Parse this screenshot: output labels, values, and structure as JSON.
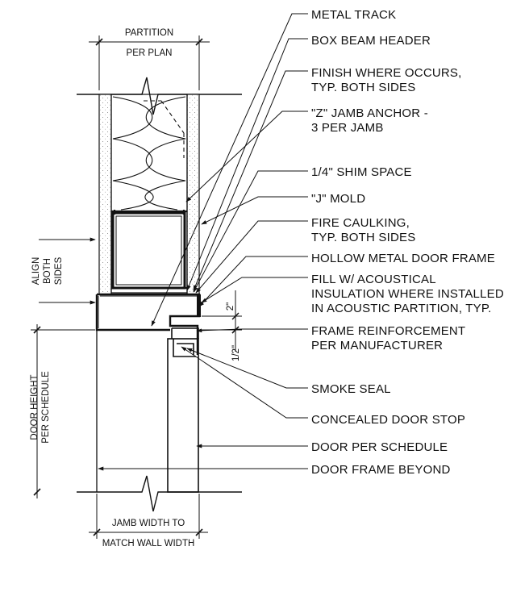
{
  "callouts": [
    {
      "lines": [
        "METAL TRACK"
      ]
    },
    {
      "lines": [
        "BOX BEAM HEADER"
      ]
    },
    {
      "lines": [
        "FINISH WHERE OCCURS,",
        "TYP. BOTH SIDES"
      ]
    },
    {
      "lines": [
        "\"Z\" JAMB ANCHOR -",
        "3 PER JAMB"
      ]
    },
    {
      "lines": [
        "1/4\" SHIM SPACE"
      ]
    },
    {
      "lines": [
        "\"J\" MOLD"
      ]
    },
    {
      "lines": [
        "FIRE CAULKING,",
        "TYP. BOTH SIDES"
      ]
    },
    {
      "lines": [
        "HOLLOW METAL DOOR FRAME"
      ]
    },
    {
      "lines": [
        "FILL W/ ACOUSTICAL",
        "INSULATION WHERE INSTALLED",
        "IN ACOUSTIC PARTITION, TYP."
      ]
    },
    {
      "lines": [
        "FRAME REINFORCEMENT",
        "PER MANUFACTURER"
      ]
    },
    {
      "lines": [
        "SMOKE SEAL"
      ]
    },
    {
      "lines": [
        "CONCEALED DOOR STOP"
      ]
    },
    {
      "lines": [
        "DOOR PER SCHEDULE"
      ]
    },
    {
      "lines": [
        "DOOR FRAME BEYOND"
      ]
    }
  ],
  "dimensions": {
    "partition_top": "PARTITION",
    "partition_bottom": "PER PLAN",
    "align_1": "ALIGN",
    "align_2": "BOTH",
    "align_3": "SIDES",
    "door_height_1": "DOOR HEIGHT",
    "door_height_2": "PER SCHEDULE",
    "jamb_top": "JAMB WIDTH TO",
    "jamb_bottom": "MATCH WALL WIDTH",
    "two_inch": "2\"",
    "half_inch": "1/2\""
  }
}
